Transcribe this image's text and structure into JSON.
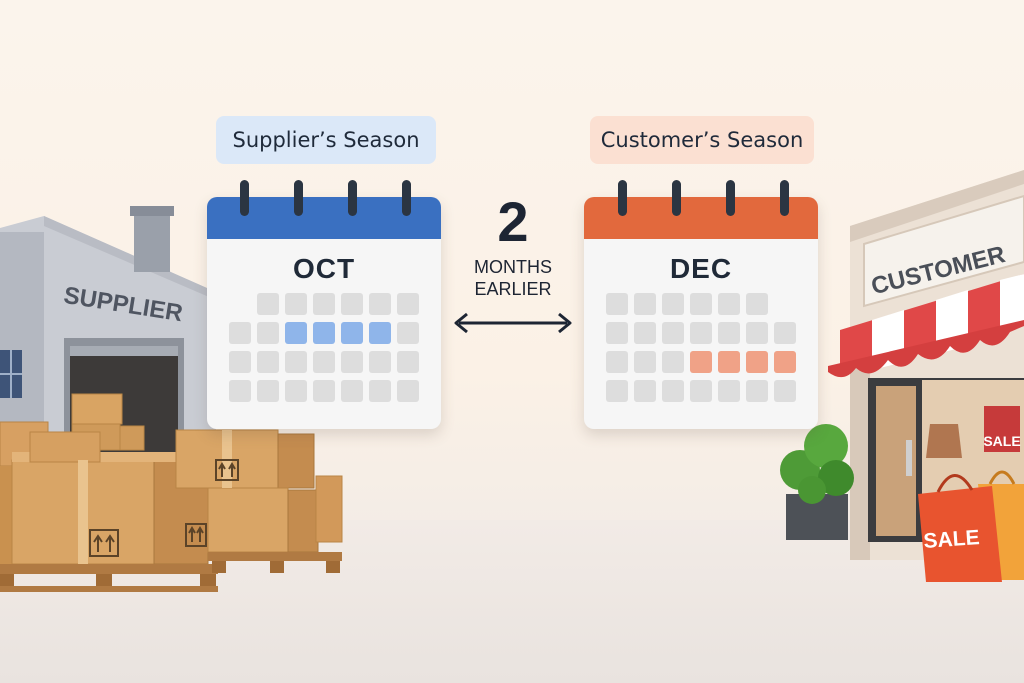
{
  "supplier": {
    "season_label": "Supplier’s Season",
    "month": "OCT",
    "building_sign": "SUPPLIER",
    "accent": "#3a70c1",
    "highlight_color": "#8fb5ea"
  },
  "customer": {
    "season_label": "Customer’s Season",
    "month": "DEC",
    "store_sign": "CUSTOMER",
    "window_sign": "SALE",
    "bag_label": "SALE",
    "accent": "#e2693d",
    "highlight_color": "#f0a287"
  },
  "offset": {
    "number": "2",
    "line1": "MONTHS",
    "line2": "EARLIER"
  },
  "icons": {
    "connector": "double-arrow-icon",
    "box_marking": "this-side-up-icon"
  }
}
